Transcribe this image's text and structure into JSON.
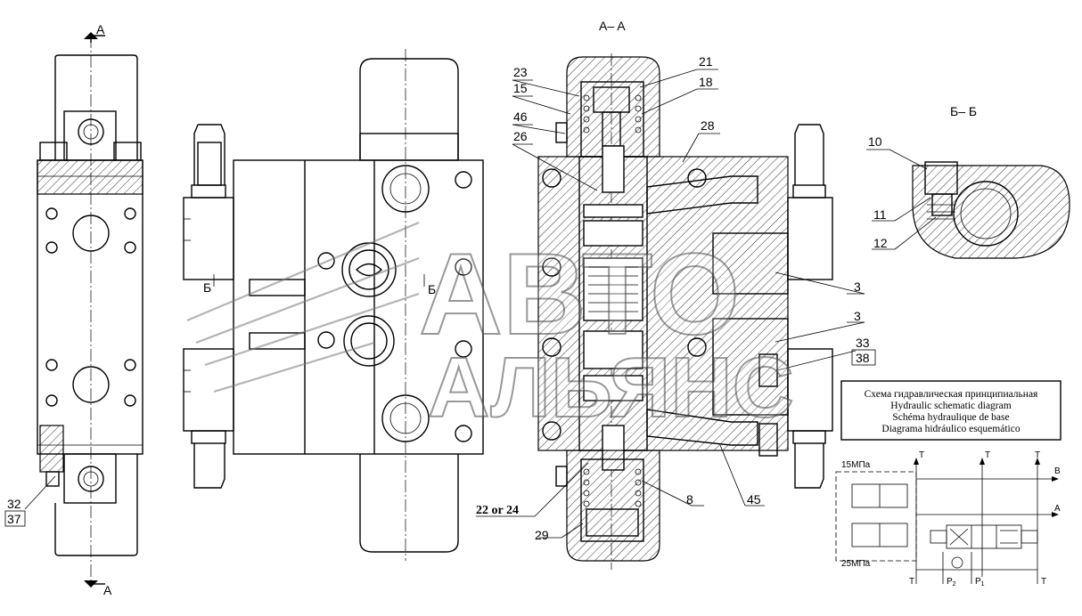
{
  "sections": {
    "aa_marker_top": "A",
    "aa_marker_bottom": "A",
    "aa_title": "A– A",
    "bb_title": "Б– Б",
    "bb_marker_left": "Б",
    "bb_marker_right": "Б"
  },
  "callouts": {
    "c23": "23",
    "c21": "21",
    "c15": "15",
    "c18": "18",
    "c46": "46",
    "c26": "26",
    "c28": "28",
    "c10": "10",
    "c11": "11",
    "c12": "12",
    "c3a": "3",
    "c3b": "3",
    "c33": "33",
    "c38": "38",
    "c8": "8",
    "c45": "45",
    "c29": "29",
    "c22or24": "22 or 24",
    "c32": "32",
    "c37": "37"
  },
  "legend": {
    "line1": "Схема гидравлическая принципиальная",
    "line2": "Hydraulic schematic diagram",
    "line3": "Schéma hydraulique de base",
    "line4": "Diagrama hidráulico esquemático"
  },
  "schematic": {
    "p15": "15МПа",
    "p25": "25МПа",
    "port_t": "T",
    "port_a": "A",
    "port_b": "B",
    "port_p2": "P",
    "port_p2_sub": "2",
    "port_p1": "P",
    "port_p1_sub": "1"
  },
  "watermark": {
    "line1": "АВТО",
    "line2": "АЛЬЯНС"
  }
}
